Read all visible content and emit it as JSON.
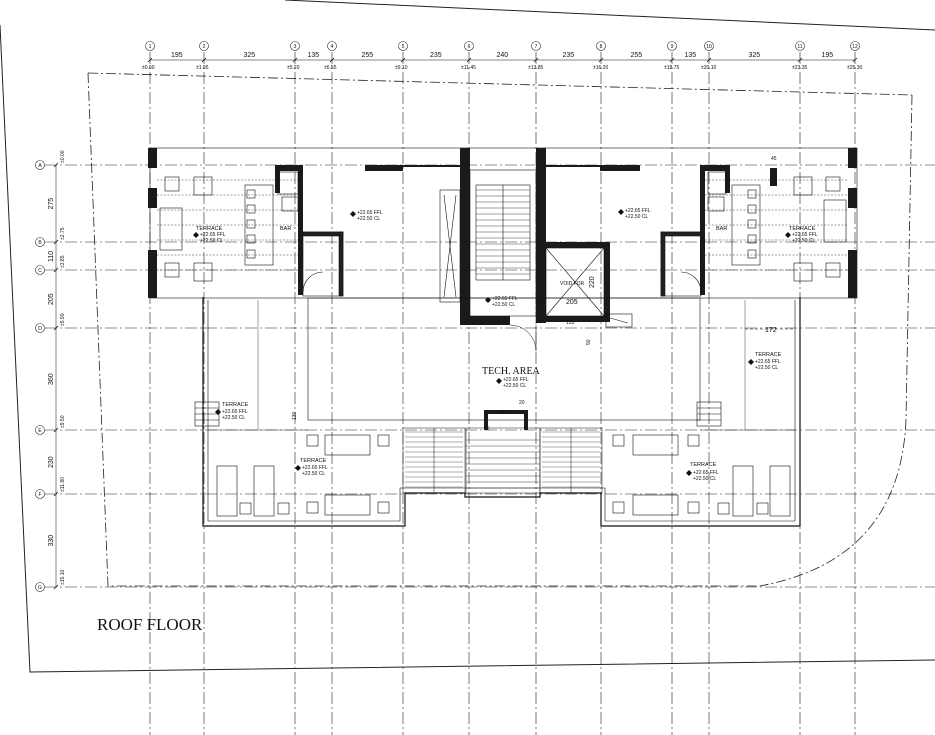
{
  "drawing": {
    "title": "ROOF FLOOR",
    "tech_area_label": "TECH. AREA",
    "bar_label": "BAR",
    "terrace_label": "TERRACE",
    "void_label": "VOID FOR",
    "level_ffl": "+22.65 FFL",
    "level_cl": "+22.50 CL"
  },
  "grid": {
    "col_labels": [
      "1",
      "2",
      "3",
      "4",
      "5",
      "6",
      "7",
      "8",
      "9",
      "10",
      "11",
      "12"
    ],
    "col_dims": [
      "195",
      "325",
      "135",
      "255",
      "235",
      "240",
      "235",
      "255",
      "135",
      "325",
      "195"
    ],
    "col_levels": [
      "±0.00",
      "±1.95",
      "±5.20",
      "±6.55",
      "±9.10",
      "±11.45",
      "±13.85",
      "±16.20",
      "±18.75",
      "±20.10",
      "±23.35",
      "±25.30"
    ],
    "row_labels": [
      "A",
      "B",
      "C",
      "D",
      "E",
      "F",
      "G"
    ],
    "row_dims": [
      "275",
      "110",
      "205",
      "360",
      "230",
      "330"
    ],
    "row_levels": [
      "±0.00",
      "±2.75",
      "±3.85",
      "±5.90",
      "±9.50",
      "±11.80",
      "±15.10"
    ]
  },
  "annotations": {
    "dim_205": "205",
    "dim_220": "220",
    "dim_172": "172",
    "dim_115": "115",
    "dim_20": "20",
    "dim_45": "45",
    "dim_130": "130",
    "dim_135": "135",
    "dim_15": "15",
    "dim_50": "50"
  }
}
